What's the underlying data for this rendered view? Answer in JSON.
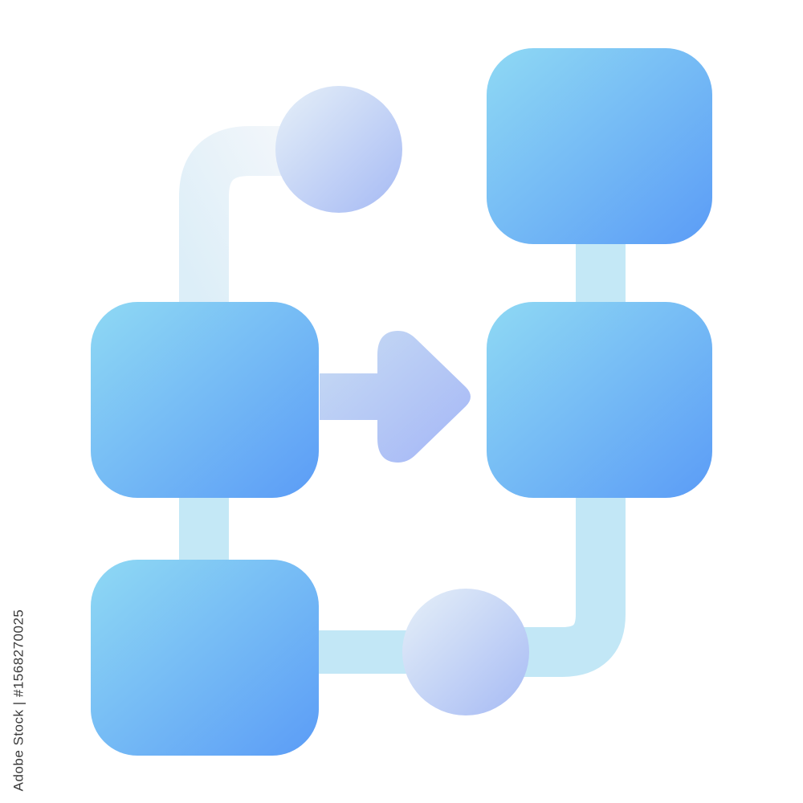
{
  "watermark": {
    "stock_id": "Adobe Stock | #1568270025"
  },
  "colors": {
    "block_light": "#8fd9f4",
    "block_dark": "#5b9cf6",
    "node_light": "#e4eef8",
    "node_dark": "#a8bcf4",
    "connector": "#bfe6f6",
    "connector_faded": "#e8f2f8",
    "arrow_light": "#c4d6f4",
    "arrow_dark": "#a6b8f6"
  },
  "icons": [
    "workflow-icon",
    "process-block",
    "decision-node",
    "flow-arrow"
  ]
}
